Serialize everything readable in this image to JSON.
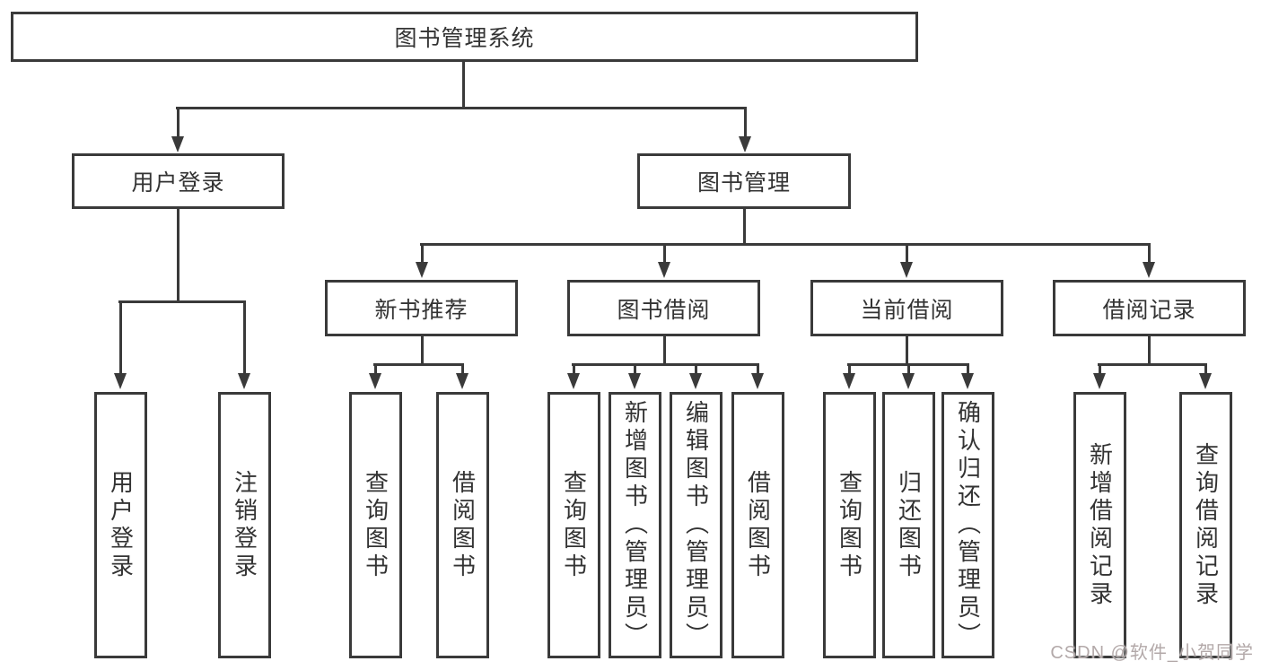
{
  "diagram": {
    "root": "图书管理系统",
    "branches": {
      "user_login": {
        "label": "用户登录",
        "children": [
          "用户登录",
          "注销登录"
        ]
      },
      "book_management": {
        "label": "图书管理",
        "sections": [
          {
            "label": "新书推荐",
            "children": [
              "查询图书",
              "借阅图书"
            ]
          },
          {
            "label": "图书借阅",
            "children": [
              "查询图书",
              "新增图书（管理员）",
              "编辑图书（管理员）",
              "借阅图书"
            ]
          },
          {
            "label": "当前借阅",
            "children": [
              "查询图书",
              "归还图书",
              "确认归还（管理员）"
            ]
          },
          {
            "label": "借阅记录",
            "children": [
              "新增借阅记录",
              "查询借阅记录"
            ]
          }
        ]
      }
    }
  },
  "watermark": "CSDN @软件_小贺同学",
  "colors": {
    "line": "#3a3a3a",
    "border": "#3a3a3a",
    "text": "#333333",
    "background": "#ffffff",
    "watermark": "#b3a9a9"
  }
}
